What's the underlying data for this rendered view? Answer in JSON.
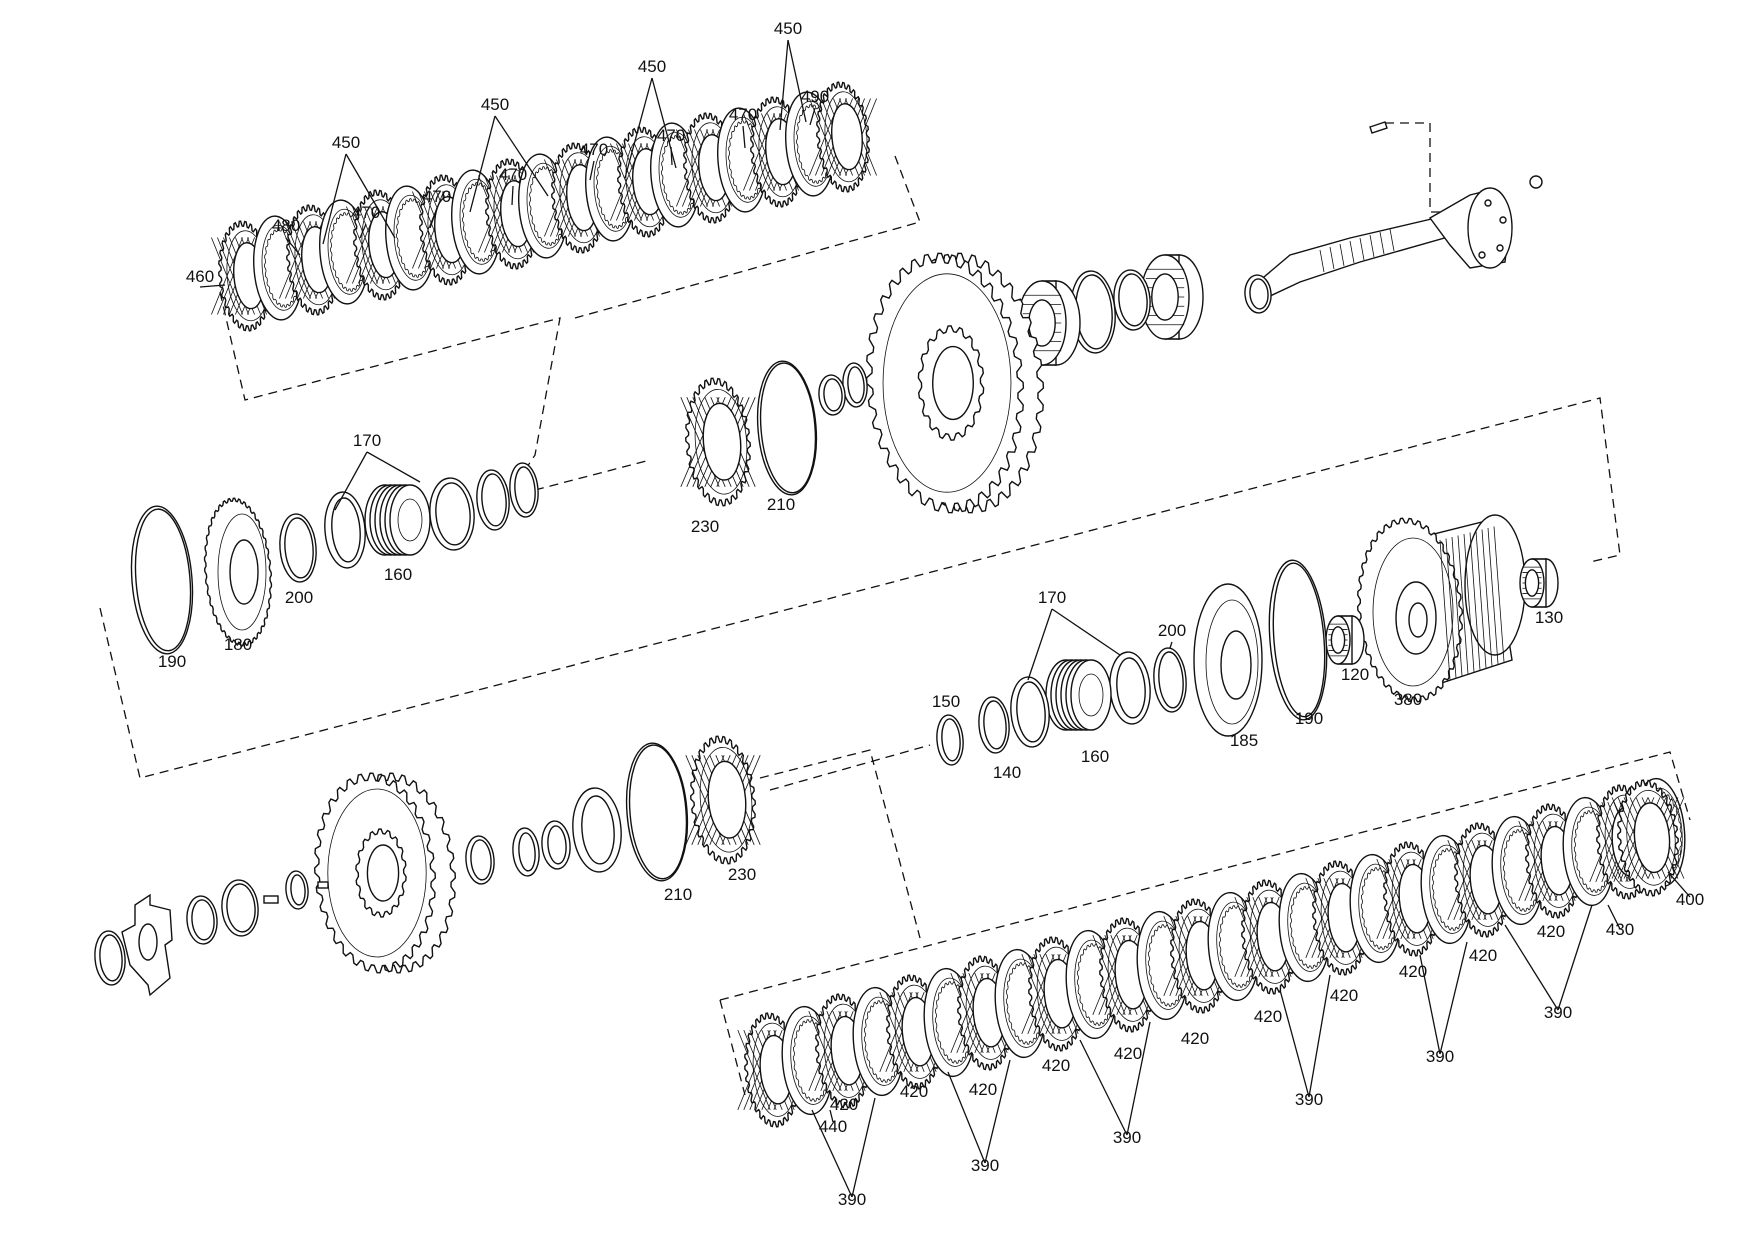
{
  "diagram": {
    "labels": [
      {
        "id": "l450a",
        "text": "450"
      },
      {
        "id": "l450b",
        "text": "450"
      },
      {
        "id": "l450c",
        "text": "450"
      },
      {
        "id": "l450d",
        "text": "450"
      },
      {
        "id": "l480",
        "text": "480"
      },
      {
        "id": "l460",
        "text": "460"
      },
      {
        "id": "l470a",
        "text": "470"
      },
      {
        "id": "l470b",
        "text": "470"
      },
      {
        "id": "l470c",
        "text": "470"
      },
      {
        "id": "l470d",
        "text": "470"
      },
      {
        "id": "l470e",
        "text": "470"
      },
      {
        "id": "l470f",
        "text": "470"
      },
      {
        "id": "l490",
        "text": "490"
      },
      {
        "id": "l170a",
        "text": "170"
      },
      {
        "id": "l230a",
        "text": "230"
      },
      {
        "id": "l210a",
        "text": "210"
      },
      {
        "id": "l200a",
        "text": "200"
      },
      {
        "id": "l160a",
        "text": "160"
      },
      {
        "id": "l190a",
        "text": "190"
      },
      {
        "id": "l180",
        "text": "180"
      },
      {
        "id": "l170b",
        "text": "170"
      },
      {
        "id": "l200b",
        "text": "200"
      },
      {
        "id": "l150",
        "text": "150"
      },
      {
        "id": "l140",
        "text": "140"
      },
      {
        "id": "l160b",
        "text": "160"
      },
      {
        "id": "l185",
        "text": "185"
      },
      {
        "id": "l190b",
        "text": "190"
      },
      {
        "id": "l120",
        "text": "120"
      },
      {
        "id": "l130",
        "text": "130"
      },
      {
        "id": "l380",
        "text": "380"
      },
      {
        "id": "l210b",
        "text": "210"
      },
      {
        "id": "l230b",
        "text": "230"
      },
      {
        "id": "l400",
        "text": "400"
      },
      {
        "id": "l430",
        "text": "430"
      },
      {
        "id": "l420a",
        "text": "420"
      },
      {
        "id": "l420b",
        "text": "420"
      },
      {
        "id": "l420c",
        "text": "420"
      },
      {
        "id": "l420d",
        "text": "420"
      },
      {
        "id": "l420e",
        "text": "420"
      },
      {
        "id": "l420f",
        "text": "420"
      },
      {
        "id": "l420g",
        "text": "420"
      },
      {
        "id": "l420h",
        "text": "420"
      },
      {
        "id": "l420i",
        "text": "420"
      },
      {
        "id": "l420j",
        "text": "420"
      },
      {
        "id": "l420k",
        "text": "420"
      },
      {
        "id": "l440",
        "text": "440"
      },
      {
        "id": "l390a",
        "text": "390"
      },
      {
        "id": "l390b",
        "text": "390"
      },
      {
        "id": "l390c",
        "text": "390"
      },
      {
        "id": "l390d",
        "text": "390"
      },
      {
        "id": "l390e",
        "text": "390"
      },
      {
        "id": "l390f",
        "text": "390"
      }
    ]
  }
}
